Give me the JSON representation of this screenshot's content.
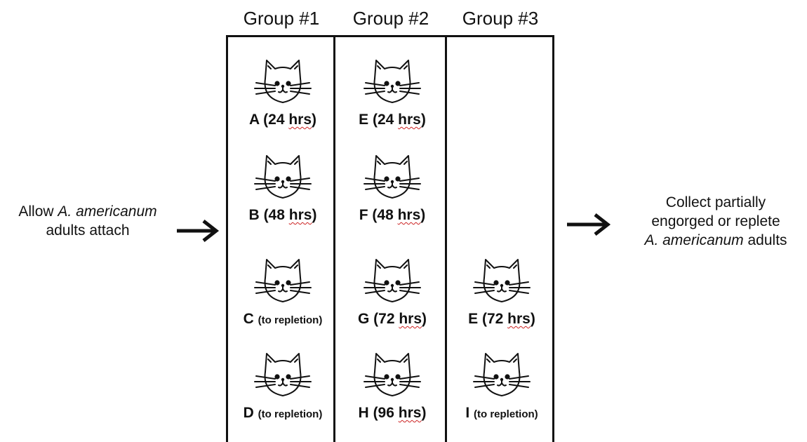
{
  "headers": [
    "Group #1",
    "Group #2",
    "Group #3"
  ],
  "left_text": {
    "line1_prefix": "Allow ",
    "line1_italic": "A. americanum",
    "line2": "adults attach"
  },
  "right_text": {
    "line1": "Collect partially",
    "line2": "engorged or replete",
    "line3_italic": "A. americanum",
    "line3_suffix": " adults"
  },
  "groups": [
    {
      "cats": [
        {
          "letter": "A",
          "detail": "(24 hrs)"
        },
        {
          "letter": "B",
          "detail": "(48 hrs)"
        },
        {
          "letter": "C",
          "detail": "(to repletion)"
        },
        {
          "letter": "D",
          "detail": "(to repletion)"
        }
      ]
    },
    {
      "cats": [
        {
          "letter": "E",
          "detail": "(24 hrs)"
        },
        {
          "letter": "F",
          "detail": "(48 hrs)"
        },
        {
          "letter": "G",
          "detail": "(72 hrs)"
        },
        {
          "letter": "H",
          "detail": "(96 hrs)"
        }
      ]
    },
    {
      "cats": [
        {
          "letter": "E",
          "detail": "(72 hrs)"
        },
        {
          "letter": "I",
          "detail": "(to repletion)"
        }
      ]
    }
  ],
  "icons": {
    "cat": "cat-face-icon",
    "arrow": "right-arrow-icon"
  },
  "colors": {
    "line": "#111111",
    "spellcheck": "#cc2222"
  }
}
